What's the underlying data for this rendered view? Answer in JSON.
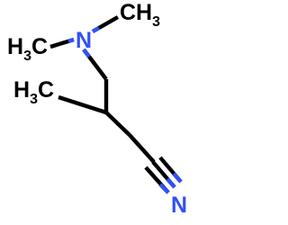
{
  "molecule": {
    "atoms": {
      "methyl_top_right": {
        "text": "CH",
        "subscript": "3",
        "color": "#000000"
      },
      "methyl_top_left": {
        "text": "H",
        "subscript": "3",
        "suffix": "C",
        "color": "#000000"
      },
      "nitrogen_amine": {
        "text": "N",
        "color": "#3050f8"
      },
      "methyl_branch": {
        "text": "H",
        "subscript": "3",
        "suffix": "C",
        "color": "#000000"
      },
      "nitrogen_nitrile": {
        "text": "N",
        "color": "#3050f8"
      }
    },
    "colors": {
      "carbon": "#000000",
      "nitrogen": "#3050f8",
      "background": "#ffffff"
    }
  }
}
